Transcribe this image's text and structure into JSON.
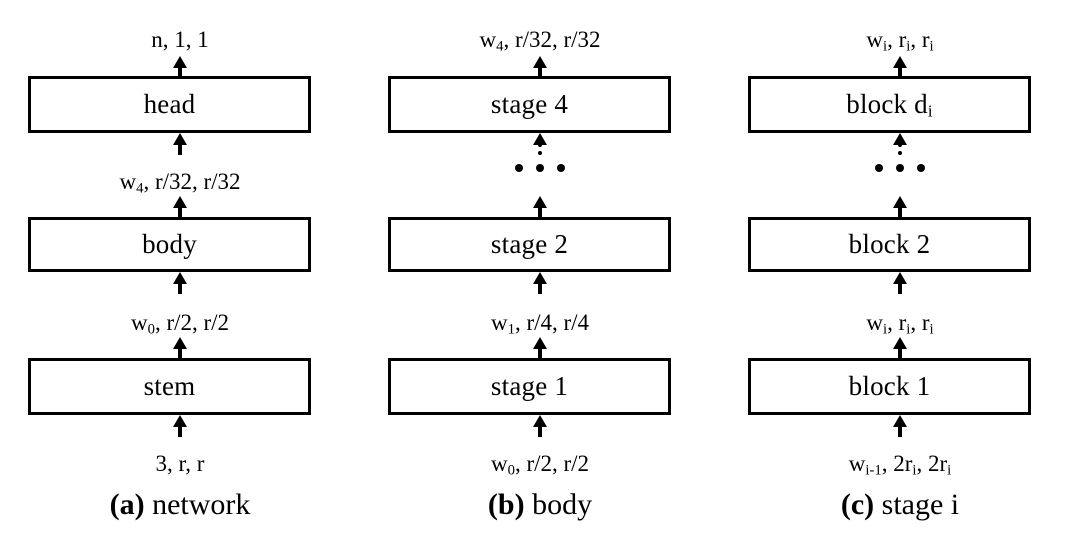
{
  "figure": {
    "title": "Network / body / stage-i block diagram",
    "background_color": "#ffffff",
    "stroke_color": "#000000"
  },
  "columns": [
    {
      "id": "network",
      "caption_tag": "(a)",
      "caption_text": " network",
      "output_label": "n, 1, 1",
      "boxes": [
        {
          "name": "head",
          "label": "head"
        },
        {
          "name": "body",
          "label": "body"
        },
        {
          "name": "stem",
          "label": "stem"
        }
      ],
      "edge_labels": {
        "top_to_upper": "w",
        "top_to_upper_sub": "4",
        "top_to_upper_rest": ", r/32, r/32",
        "lower_to_mid": "w",
        "lower_to_mid_sub": "0",
        "lower_to_mid_rest": ", r/2, r/2",
        "input": "3, r, r"
      },
      "has_ellipsis": false
    },
    {
      "id": "body",
      "caption_tag": "(b)",
      "caption_text": " body",
      "output_label_pre": "w",
      "output_label_sub": "4",
      "output_label_rest": ", r/32, r/32",
      "boxes": [
        {
          "name": "stage-4",
          "label": "stage 4"
        },
        {
          "name": "stage-2",
          "label": "stage 2"
        },
        {
          "name": "stage-1",
          "label": "stage 1"
        }
      ],
      "edge_labels": {
        "lower_to_mid": "w",
        "lower_to_mid_sub": "1",
        "lower_to_mid_rest": ", r/4, r/4",
        "input_pre": "w",
        "input_sub": "0",
        "input_rest": ", r/2, r/2"
      },
      "has_ellipsis": true,
      "ellipsis": "• • •"
    },
    {
      "id": "stage-i",
      "caption_tag": "(c)",
      "caption_text": " stage i",
      "output_label_pre": "w",
      "output_label_sub": "i",
      "output_label_rest": ", r",
      "boxes": [
        {
          "name": "block-di",
          "label_pre": "block d",
          "label_sub": "i"
        },
        {
          "name": "block-2",
          "label": "block 2"
        },
        {
          "name": "block-1",
          "label": "block 1"
        }
      ],
      "has_ellipsis": true,
      "ellipsis": "• • •"
    }
  ],
  "labels": {
    "a_output": "n, 1, 1",
    "a_head_to_body_w": "w",
    "a_head_to_body_sub": "4",
    "a_head_to_body_rest": ", r/32, r/32",
    "a_body_to_stem_w": "w",
    "a_body_to_stem_sub": "0",
    "a_body_to_stem_rest": ", r/2, r/2",
    "a_input": "3, r, r",
    "a_box_head": "head",
    "a_box_body": "body",
    "a_box_stem": "stem",
    "a_caption_tag": "(a)",
    "a_caption_text": " network",
    "b_output_w": "w",
    "b_output_sub": "4",
    "b_output_rest": ", r/32, r/32",
    "b_box_stage4": "stage 4",
    "b_box_stage2": "stage 2",
    "b_box_stage1": "stage 1",
    "b_mid_w": "w",
    "b_mid_sub": "1",
    "b_mid_rest": ", r/4, r/4",
    "b_input_w": "w",
    "b_input_sub": "0",
    "b_input_rest": ", r/2, r/2",
    "b_caption_tag": "(b)",
    "b_caption_text": " body",
    "c_output_w": "w",
    "c_output_sub1": "i",
    "c_output_mid": ", r",
    "c_output_sub2": "i",
    "c_output_mid2": ", r",
    "c_output_sub3": "i",
    "c_box_blockdi_pre": "block d",
    "c_box_blockdi_sub": "i",
    "c_box_block2": "block 2",
    "c_box_block1": "block 1",
    "c_mid_w": "w",
    "c_mid_sub1": "i",
    "c_mid_mid": ", r",
    "c_mid_sub2": "i",
    "c_mid_mid2": ", r",
    "c_mid_sub3": "i",
    "c_input_w": "w",
    "c_input_sub1": "i-1",
    "c_input_mid": ", 2r",
    "c_input_sub2": "i",
    "c_input_mid2": ", 2r",
    "c_input_sub3": "i",
    "c_caption_tag": "(c)",
    "c_caption_text": " stage i"
  }
}
